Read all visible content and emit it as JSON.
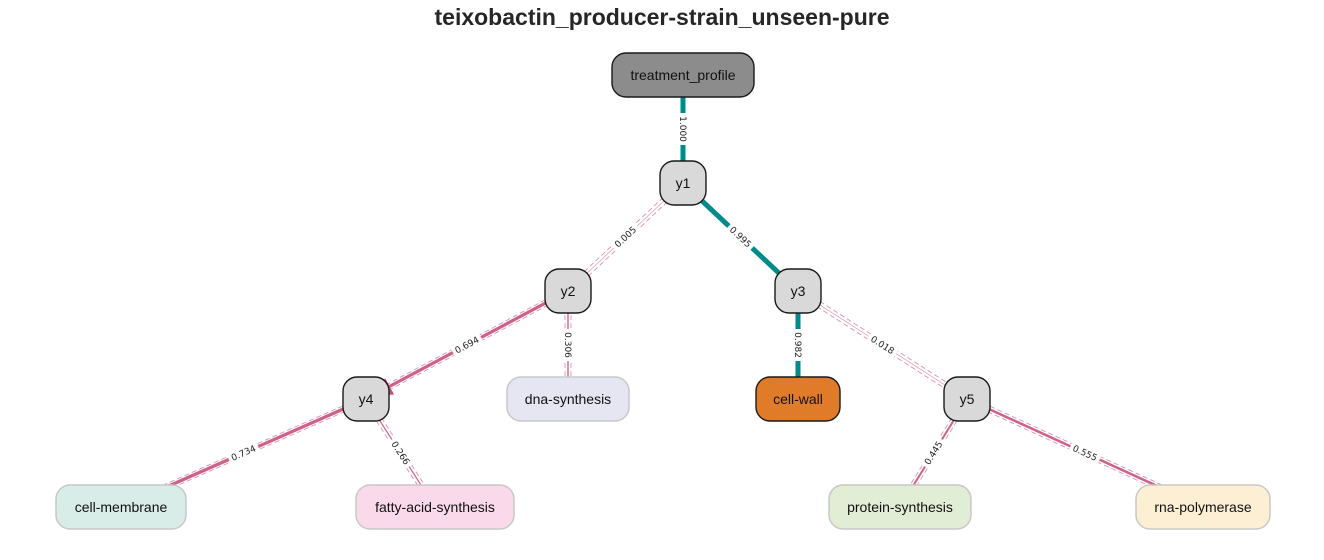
{
  "title": "teixobactin_producer-strain_unseen-pure",
  "colors": {
    "active_edge": "#008b8b",
    "weak_edge": "#c94f7c",
    "treatment_node": "#8c8c8c",
    "latent_node": "#d9d9d9",
    "cell_wall": "#e07b2a",
    "cell_membrane": "#d8ece8",
    "fatty_acid_synthesis": "#f9d9ea",
    "dna_synthesis": "#e6e6f2",
    "protein_synthesis": "#e2edd5",
    "rna_polymerase": "#fcefd3"
  },
  "nodes": [
    {
      "id": "treatment_profile",
      "label": "treatment_profile",
      "kind": "treatment"
    },
    {
      "id": "y1",
      "label": "y1",
      "kind": "latent"
    },
    {
      "id": "y2",
      "label": "y2",
      "kind": "latent"
    },
    {
      "id": "y3",
      "label": "y3",
      "kind": "latent"
    },
    {
      "id": "y4",
      "label": "y4",
      "kind": "latent"
    },
    {
      "id": "y5",
      "label": "y5",
      "kind": "latent"
    },
    {
      "id": "dna-synthesis",
      "label": "dna-synthesis",
      "kind": "leaf"
    },
    {
      "id": "cell-wall",
      "label": "cell-wall",
      "kind": "selected"
    },
    {
      "id": "cell-membrane",
      "label": "cell-membrane",
      "kind": "leaf"
    },
    {
      "id": "fatty-acid-synthesis",
      "label": "fatty-acid-synthesis",
      "kind": "leaf"
    },
    {
      "id": "protein-synthesis",
      "label": "protein-synthesis",
      "kind": "leaf"
    },
    {
      "id": "rna-polymerase",
      "label": "rna-polymerase",
      "kind": "leaf"
    }
  ],
  "edges": [
    {
      "from": "treatment_profile",
      "to": "y1",
      "label": "1.000",
      "active": true
    },
    {
      "from": "y1",
      "to": "y2",
      "label": "0.005",
      "active": false
    },
    {
      "from": "y1",
      "to": "y3",
      "label": "0.995",
      "active": true
    },
    {
      "from": "y2",
      "to": "y4",
      "label": "0.694",
      "active": false
    },
    {
      "from": "y2",
      "to": "dna-synthesis",
      "label": "0.306",
      "active": false
    },
    {
      "from": "y3",
      "to": "cell-wall",
      "label": "0.982",
      "active": true
    },
    {
      "from": "y3",
      "to": "y5",
      "label": "0.018",
      "active": false
    },
    {
      "from": "y4",
      "to": "cell-membrane",
      "label": "0.734",
      "active": false
    },
    {
      "from": "y4",
      "to": "fatty-acid-synthesis",
      "label": "0.266",
      "active": false
    },
    {
      "from": "y5",
      "to": "protein-synthesis",
      "label": "0.445",
      "active": false
    },
    {
      "from": "y5",
      "to": "rna-polymerase",
      "label": "0.555",
      "active": false
    }
  ]
}
